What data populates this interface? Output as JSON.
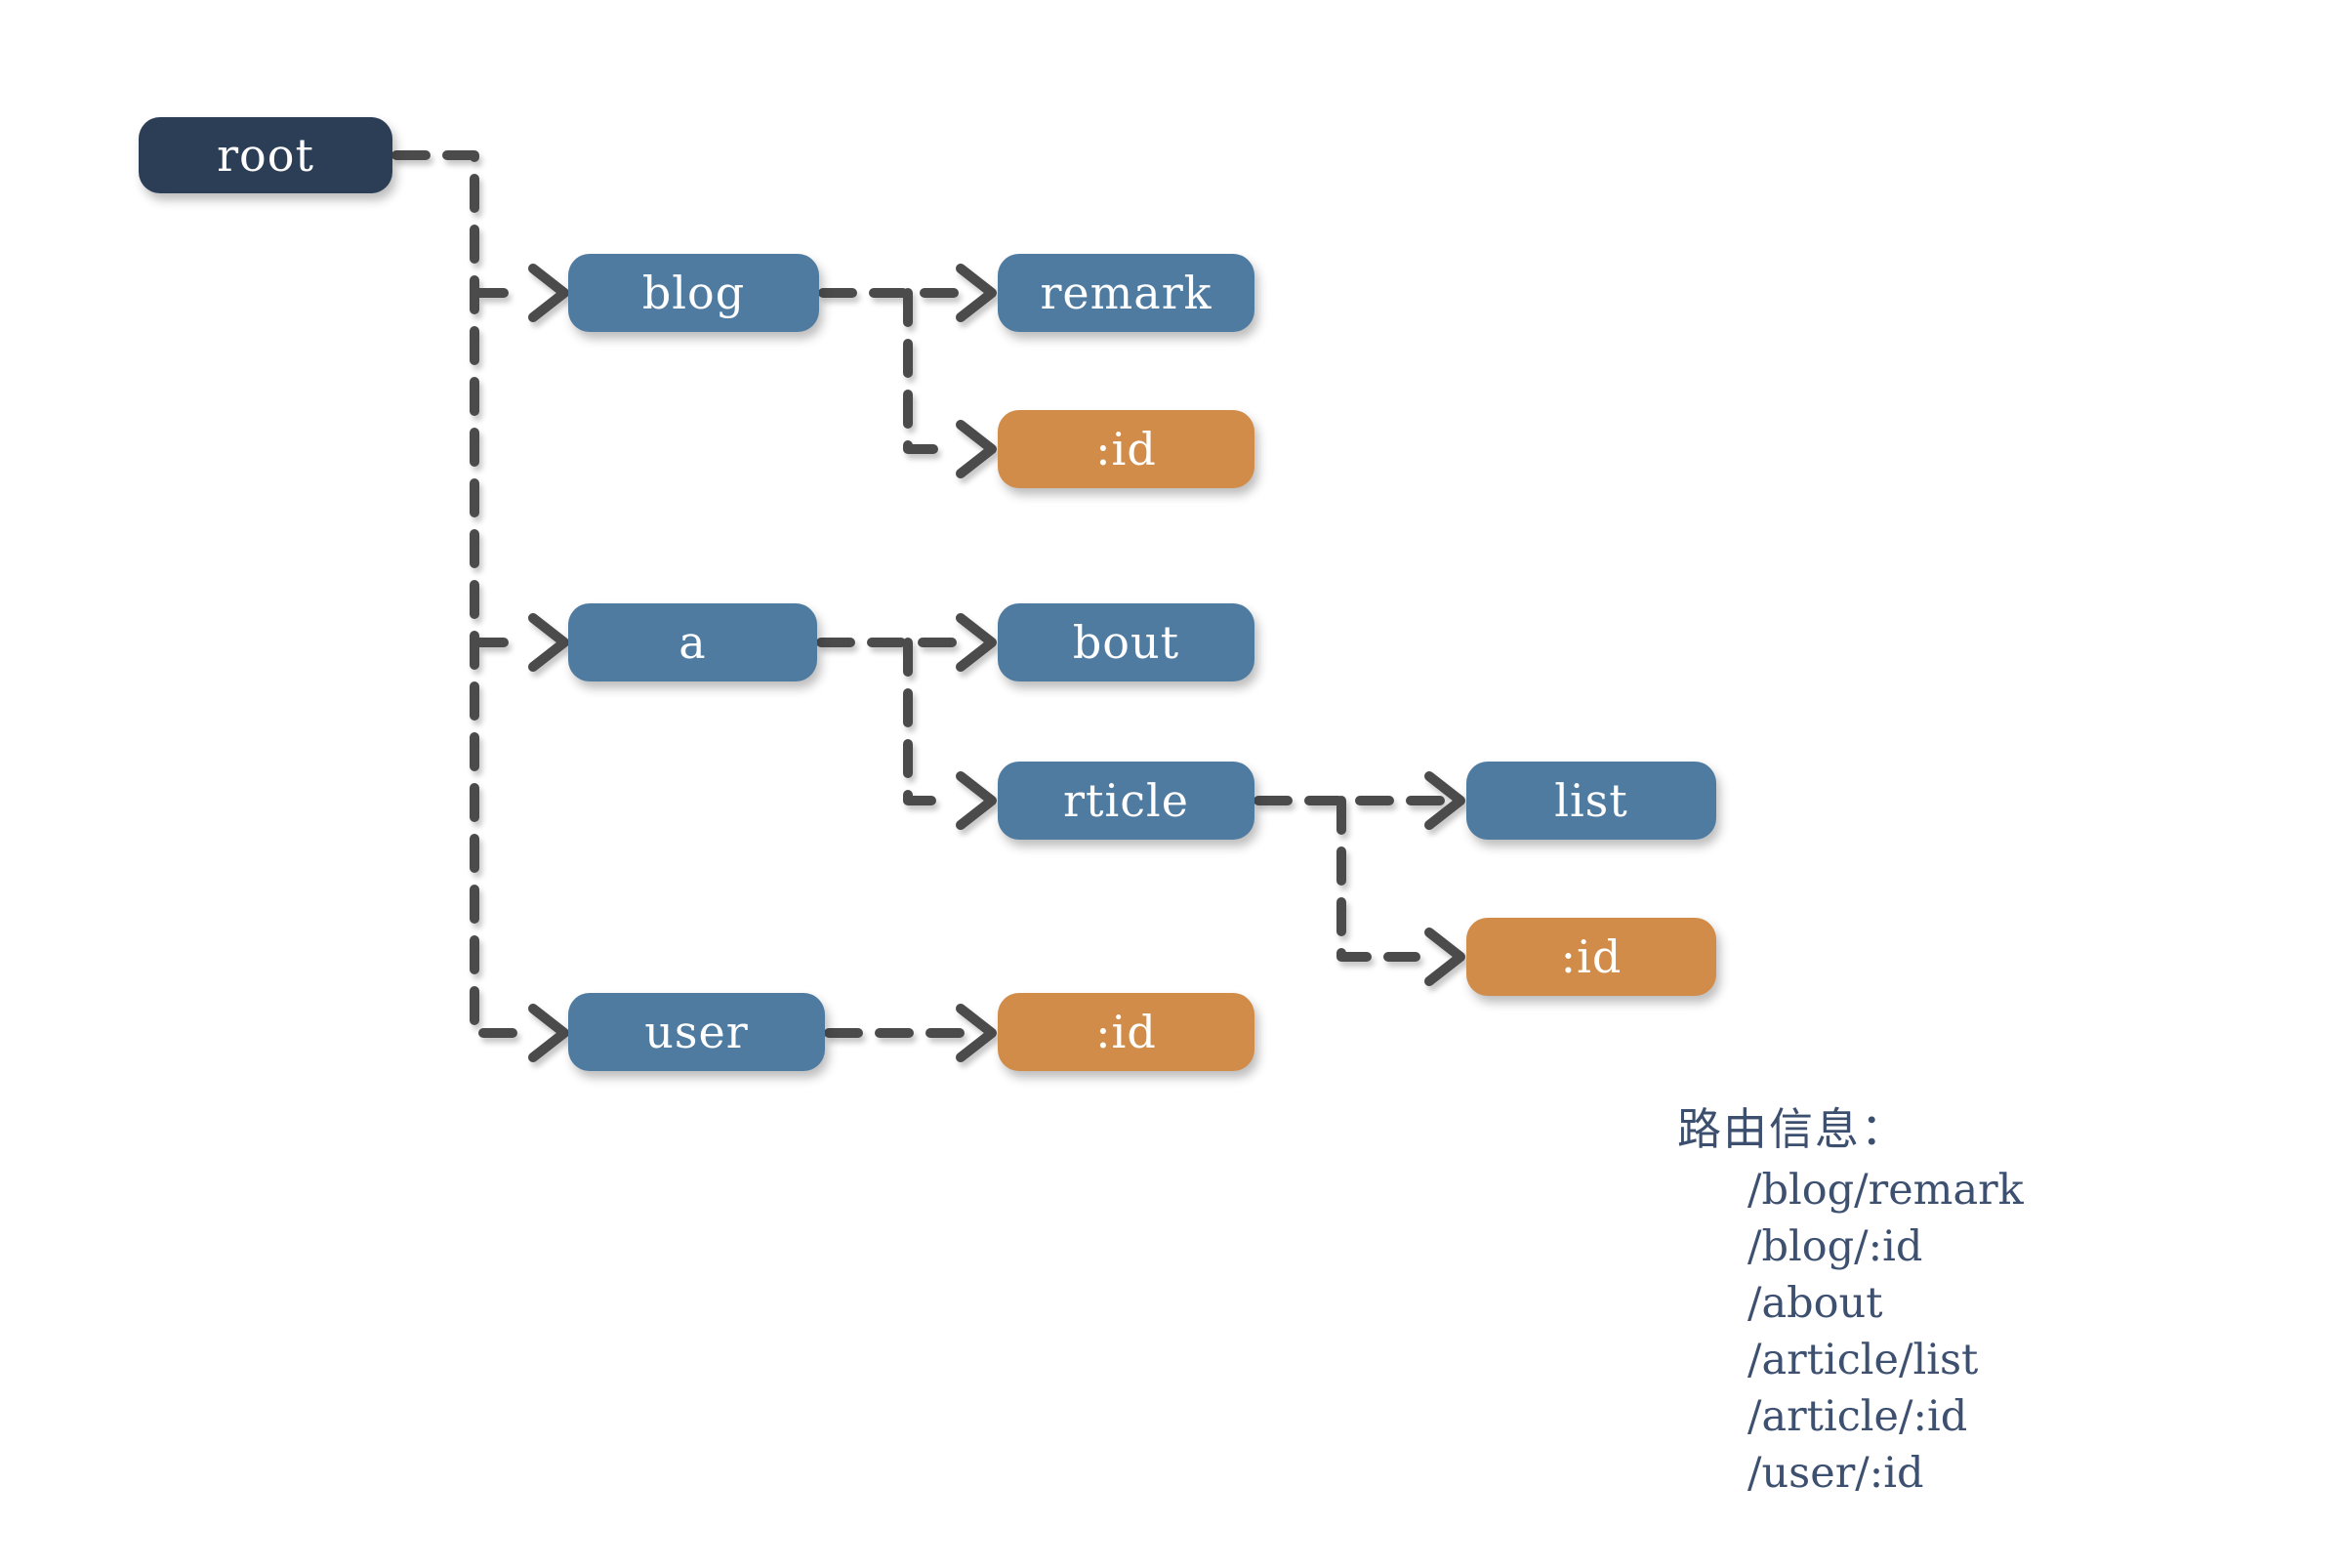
{
  "diagram": {
    "title": "route-tree",
    "nodes": [
      {
        "id": "root",
        "label": "root",
        "type": "root"
      },
      {
        "id": "blog",
        "label": "blog",
        "type": "branch"
      },
      {
        "id": "remark",
        "label": "remark",
        "type": "branch"
      },
      {
        "id": "blog-id",
        "label": ":id",
        "type": "param"
      },
      {
        "id": "a",
        "label": "a",
        "type": "branch"
      },
      {
        "id": "bout",
        "label": "bout",
        "type": "branch"
      },
      {
        "id": "rticle",
        "label": "rticle",
        "type": "branch"
      },
      {
        "id": "list",
        "label": "list",
        "type": "branch"
      },
      {
        "id": "article-id",
        "label": ":id",
        "type": "param"
      },
      {
        "id": "user",
        "label": "user",
        "type": "branch"
      },
      {
        "id": "user-id",
        "label": ":id",
        "type": "param"
      }
    ],
    "edges": [
      "root->blog",
      "root->a",
      "root->user",
      "blog->remark",
      "blog->:id",
      "a->bout",
      "a->rticle",
      "rticle->list",
      "rticle->:id",
      "user->:id"
    ],
    "colors": {
      "root_node": "#2c3d56",
      "branch_node": "#4f7ba1",
      "param_node": "#d18c49",
      "connector": "#4b4b4b",
      "routes_text": "#3d5070",
      "background": "#ffffff"
    }
  },
  "routes_panel": {
    "title": "路由信息：",
    "routes": [
      "/blog/remark",
      "/blog/:id",
      "/about",
      "/article/list",
      "/article/:id",
      "/user/:id"
    ]
  }
}
